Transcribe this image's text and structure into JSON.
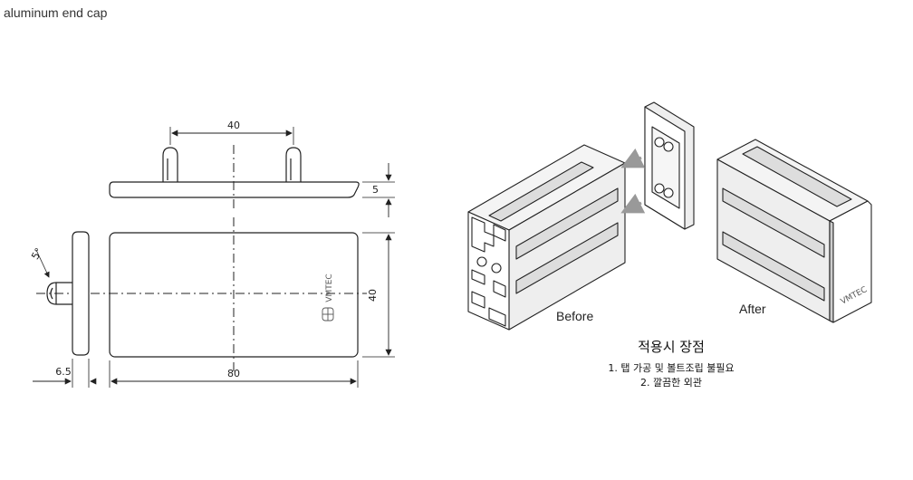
{
  "title": "aluminum end cap",
  "drawing": {
    "dim_pin_spacing": "40",
    "dim_thickness": "5",
    "dim_height": "40",
    "dim_width": "80",
    "dim_side": "6.5",
    "dim_angle": "5°",
    "brand": "VMTEC"
  },
  "illustration": {
    "before_label": "Before",
    "after_label": "After"
  },
  "benefits": {
    "heading": "적용시 장점",
    "items": [
      "1. 탭 가공 및 볼트조립 불필요",
      "2. 깔끔한 외관"
    ]
  }
}
